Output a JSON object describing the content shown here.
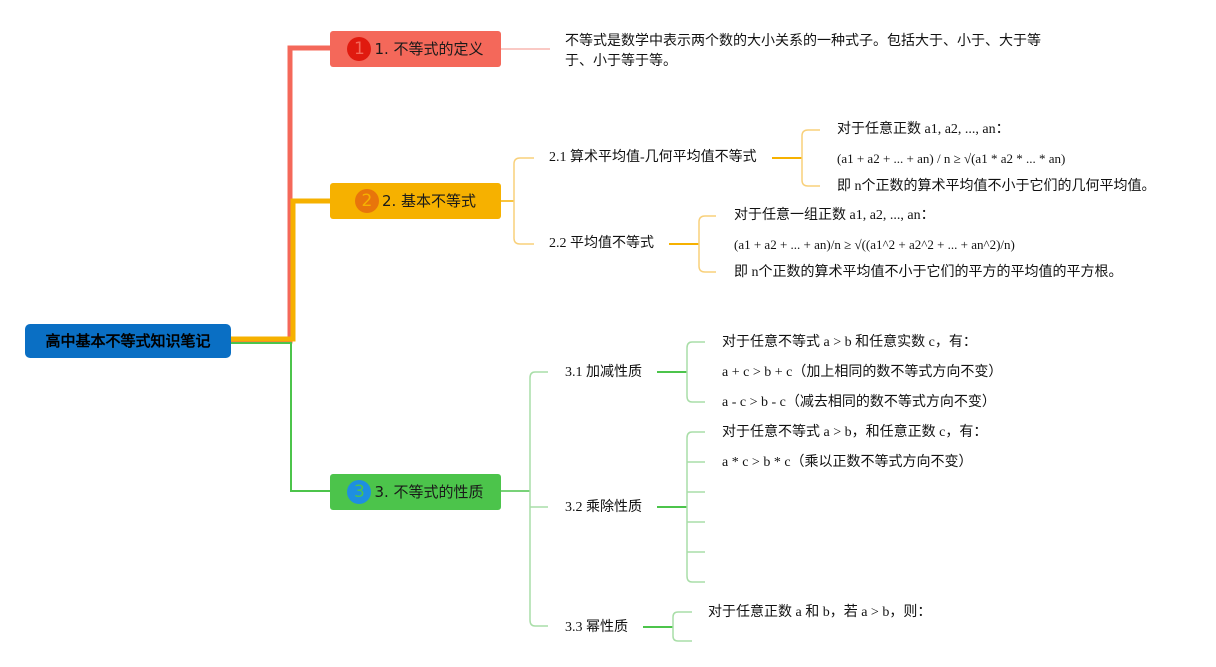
{
  "root": {
    "label": "高中基本不等式知识笔记"
  },
  "colors": {
    "root": "#0a6fc4",
    "branch1": "#f4685a",
    "branch2": "#f6b100",
    "branch3": "#4cc44b"
  },
  "branch1": {
    "number": "1",
    "label": "1. 不等式的定义",
    "text": "不等式是数学中表示两个数的大小关系的一种式子。包括大于、小于、大于等于、小于等于等。"
  },
  "branch2": {
    "number": "2",
    "label": "2. 基本不等式",
    "sub1": {
      "label": "2.1 算术平均值-几何平均值不等式",
      "items": [
        "对于任意正数 a1, a2, ..., an：",
        "(a1 + a2 + ... + an) / n ≥ √(a1 * a2 * ... * an)",
        "即 n个正数的算术平均值不小于它们的几何平均值。"
      ]
    },
    "sub2": {
      "label": "2.2 平均值不等式",
      "items": [
        "对于任意一组正数 a1, a2, ..., an：",
        "(a1 + a2 + ... + an)/n ≥ √((a1^2 + a2^2 + ... + an^2)/n)",
        "即 n个正数的算术平均值不小于它们的平方的平均值的平方根。"
      ]
    }
  },
  "branch3": {
    "number": "3",
    "label": "3. 不等式的性质",
    "sub1": {
      "label": "3.1 加减性质",
      "items": [
        "对于任意不等式 a > b 和任意实数 c，有：",
        "a + c > b + c（加上相同的数不等式方向不变）",
        "a - c > b - c（减去相同的数不等式方向不变）"
      ]
    },
    "sub2": {
      "label": "3.2 乘除性质",
      "items": [
        "对于任意不等式 a > b，和任意正数 c，有：",
        "a * c > b * c（乘以正数不等式方向不变）"
      ]
    },
    "sub3": {
      "label": "3.3 幂性质",
      "items": [
        "对于任意正数 a 和 b，若 a > b，则："
      ]
    }
  }
}
